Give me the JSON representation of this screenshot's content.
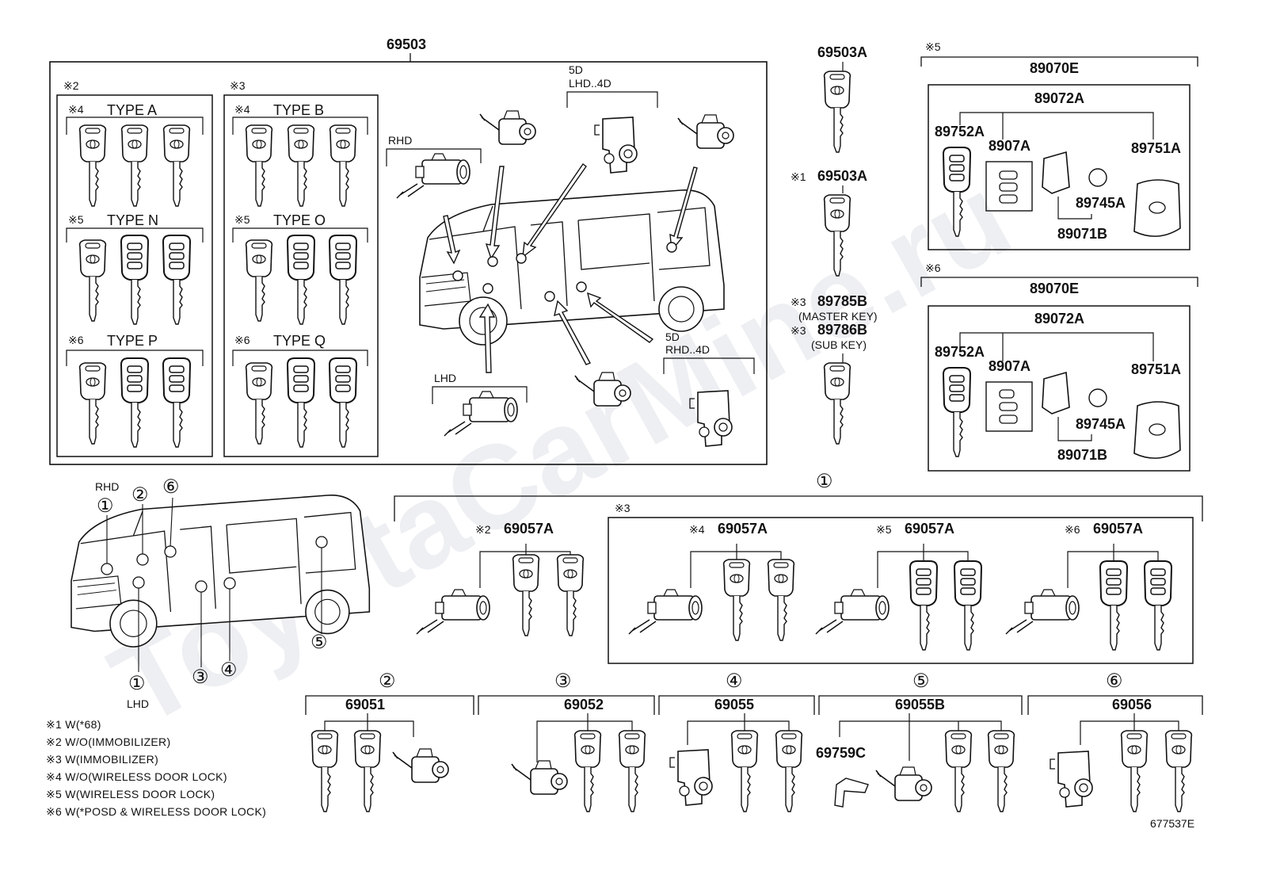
{
  "watermark": "ToyotaCarMine.ru",
  "diagram_code": "677537E",
  "main_group": "69503",
  "box2": {
    "mark": "※2",
    "types": [
      {
        "mark": "※4",
        "label": "TYPE A"
      },
      {
        "mark": "※5",
        "label": "TYPE N"
      },
      {
        "mark": "※6",
        "label": "TYPE P"
      }
    ]
  },
  "box3": {
    "mark": "※3",
    "types": [
      {
        "mark": "※4",
        "label": "TYPE B"
      },
      {
        "mark": "※5",
        "label": "TYPE O"
      },
      {
        "mark": "※6",
        "label": "TYPE Q"
      }
    ]
  },
  "van_labels": {
    "rhd": "RHD",
    "lhd": "LHD",
    "fived": "5D",
    "lhd4d": "LHD..4D",
    "rhd4d": "RHD..4D"
  },
  "keys_col": {
    "k1": "69503A",
    "k2_mark": "※1",
    "k2": "69503A",
    "k3_mark": "※3",
    "k3": "89785B",
    "k3_note": "(MASTER KEY)",
    "k4_mark": "※3",
    "k4": "89786B",
    "k4_note": "(SUB KEY)"
  },
  "remote5": {
    "mark": "※5",
    "top": "89070E",
    "sub": "89072A",
    "a": "89752A",
    "b": "8907A",
    "c": "89751A",
    "d": "89745A",
    "e": "89071B"
  },
  "remote6": {
    "mark": "※6",
    "top": "89070E",
    "sub": "89072A",
    "a": "89752A",
    "b": "8907A",
    "c": "89751A",
    "d": "89745A",
    "e": "89071B"
  },
  "van_small": {
    "rhd": "RHD",
    "lhd": "LHD",
    "c1": "①",
    "c2": "②",
    "c3": "③",
    "c4": "④",
    "c5": "⑤",
    "c6": "⑥"
  },
  "cyl_group": {
    "num": "①",
    "inner_mark": "※3",
    "sets": [
      {
        "mark": "※2",
        "part": "69057A"
      },
      {
        "mark": "※4",
        "part": "69057A"
      },
      {
        "mark": "※5",
        "part": "69057A"
      },
      {
        "mark": "※6",
        "part": "69057A"
      }
    ]
  },
  "bottom_sets": [
    {
      "num": "②",
      "part": "69051"
    },
    {
      "num": "③",
      "part": "69052"
    },
    {
      "num": "④",
      "part": "69055"
    },
    {
      "num": "⑤",
      "part": "69055B",
      "extra": "69759C"
    },
    {
      "num": "⑥",
      "part": "69056"
    }
  ],
  "notes": [
    "※1 W(*68)",
    "※2 W/O(IMMOBILIZER)",
    "※3 W(IMMOBILIZER)",
    "※4 W/O(WIRELESS DOOR LOCK)",
    "※5 W(WIRELESS DOOR LOCK)",
    "※6 W(*POSD & WIRELESS DOOR LOCK)"
  ]
}
